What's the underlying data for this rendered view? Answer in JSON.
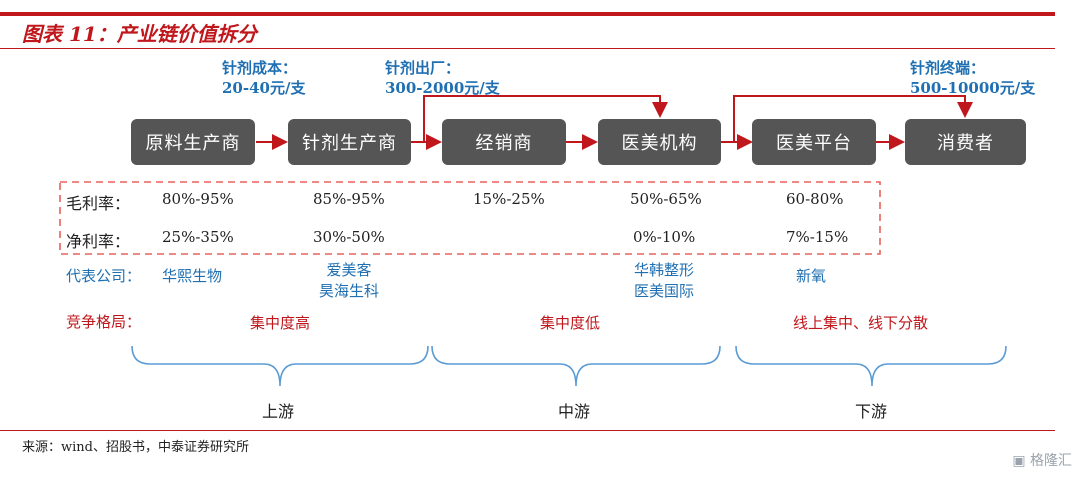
{
  "title": "图表 11：产业链价值拆分",
  "prices": {
    "cost_label": "针剂成本：",
    "cost_value": "20-40元/支",
    "factory_label": "针剂出厂：",
    "factory_value": "300-2000元/支",
    "retail_label": "针剂终端：",
    "retail_value": "500-10000元/支"
  },
  "chain": [
    "原料生产商",
    "针剂生产商",
    "经销商",
    "医美机构",
    "医美平台",
    "消费者"
  ],
  "gross_label": "毛利率：",
  "net_label": "净利率：",
  "gross": [
    "80%-95%",
    "85%-95%",
    "15%-25%",
    "50%-65%",
    "60-80%"
  ],
  "net": [
    "25%-35%",
    "30%-50%",
    "0%-10%",
    "7%-15%"
  ],
  "company_label": "代表公司：",
  "companies": {
    "raw": "华熙生物",
    "injection_1": "爱美客",
    "injection_2": "昊海生科",
    "clinic_1": "华韩整形",
    "clinic_2": "医美国际",
    "platform": "新氧"
  },
  "competition_label": "竞争格局：",
  "competition": [
    "集中度高",
    "集中度低",
    "线上集中、线下分散"
  ],
  "stages": [
    "上游",
    "中游",
    "下游"
  ],
  "source": "来源：wind、招股书，中泰证券研究所",
  "watermark": "格隆汇",
  "colors": {
    "accent": "#c0171c",
    "blue": "#1f6fb2",
    "box": "#555555"
  }
}
